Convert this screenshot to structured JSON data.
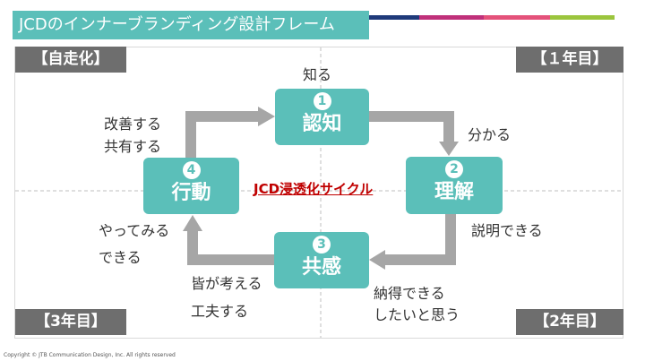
{
  "title": "JCDのインナーブランディング設計フレーム",
  "accent_colors": [
    "#1f3a7a",
    "#c0307a",
    "#e4527a",
    "#9bc53d"
  ],
  "corners": {
    "top_left": "【自走化】",
    "top_right": "【１年目】",
    "bottom_left": "【3年目】",
    "bottom_right": "【2年目】"
  },
  "nodes": [
    {
      "num": "1",
      "label": "認知"
    },
    {
      "num": "2",
      "label": "理解"
    },
    {
      "num": "3",
      "label": "共感"
    },
    {
      "num": "4",
      "label": "行動"
    }
  ],
  "transitions": {
    "know": "知る",
    "understand": "分かる",
    "explain_line1": "説明できる",
    "accept_line1": "納得できる",
    "accept_line2": "したいと思う",
    "think_line1": "皆が考える",
    "think_line2": "工夫する",
    "try_line1": "やってみる",
    "try_line2": "できる",
    "improve_line1": "改善する",
    "improve_line2": "共有する"
  },
  "center_label": "JCD浸透化サイクル",
  "copyright": "Copyright © JTB Communication Design, Inc. All rights reserved",
  "colors": {
    "teal": "#5bbfb9",
    "arrow_gray": "#a6a6a6",
    "corner_gray": "#6e6e6e",
    "center_red": "#c00000"
  }
}
